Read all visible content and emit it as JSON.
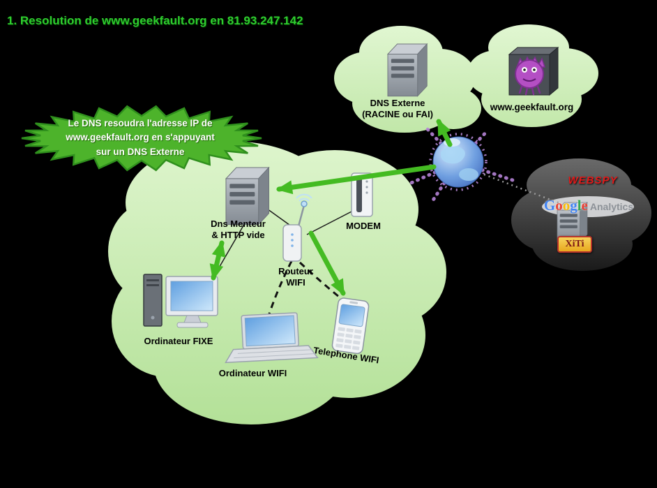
{
  "title": "1. Resolution de www.geekfault.org en 81.93.247.142",
  "callout": {
    "lines": [
      "Le DNS resoudra l'adresse IP de",
      "www.geekfault.org en s'appuyant",
      "sur un DNS Externe"
    ]
  },
  "nodes": {
    "dns_menteur": {
      "line1": "Dns Menteur",
      "line2": "& HTTP vide"
    },
    "dns_externe": {
      "line1": "DNS Externe",
      "line2": "(RACINE ou FAI)"
    },
    "geekfault": {
      "label": "www.geekfault.org"
    },
    "modem": {
      "label": "MODEM"
    },
    "routeur": {
      "line1": "Routeur",
      "line2": "WIFI"
    },
    "ordinateur_fixe": {
      "label": "Ordinateur FIXE"
    },
    "ordinateur_wifi": {
      "label": "Ordinateur WIFI"
    },
    "telephone_wifi": {
      "label": "Telephone WIFI"
    }
  },
  "webspy": {
    "title": "WEBSPY",
    "google_letters": [
      "G",
      "o",
      "o",
      "g",
      "l",
      "e"
    ],
    "google_colors": [
      "#4285F4",
      "#EA4335",
      "#FBBC05",
      "#4285F4",
      "#34A853",
      "#EA4335"
    ],
    "google_suffix": "Analytics",
    "xiti": "XiTi"
  },
  "icons": [
    "server-icon",
    "internet-globe-icon",
    "geekfault-monster-icon",
    "desktop-computer-icon",
    "laptop-icon",
    "smartphone-icon",
    "wifi-router-icon",
    "modem-icon",
    "google-logo",
    "xiti-logo"
  ],
  "colors": {
    "background": "#000000",
    "title_green": "#2fcc2f",
    "cloud_green": "#cdeab4",
    "arrow_green": "#44bb22",
    "callout_fill": "#4db32b",
    "webspy_red": "#e21a1a",
    "globe_blue": "#4a7fd4",
    "monster_purple": "#b44fc4"
  }
}
